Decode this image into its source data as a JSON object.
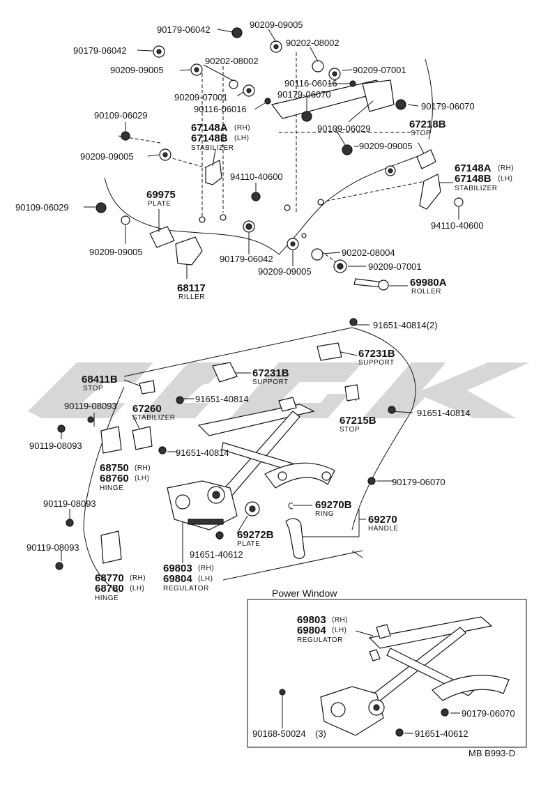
{
  "labels": {
    "a1": "90179-06042",
    "a2": "90209-09005",
    "a3": "90179-06042",
    "a4": "90202-08002",
    "a5": "90209-09005",
    "a6": "90202-08002",
    "a7": "90209-07001",
    "a8": "90116-06016",
    "a9": "90209-07001",
    "a10": "90179-06070",
    "a11": "90116-06016",
    "a12": "90179-06070",
    "a13": "90109-06029",
    "a14": "67148A",
    "a14s": "(RH)",
    "a15": "67148B",
    "a15s": "(LH)",
    "a15d": "STABILIZER",
    "a16": "90109-06029",
    "a17": "67218B",
    "a17d": "STOP",
    "a18": "90209-09005",
    "a19": "90209-09005",
    "a20": "94110-40600",
    "a21": "67148A",
    "a21s": "(RH)",
    "a22": "67148B",
    "a22s": "(LH)",
    "a22d": "STABILIZER",
    "a23": "69975",
    "a23d": "PLATE",
    "a24": "90109-06029",
    "a25": "94110-40600",
    "a26": "90209-09005",
    "a27": "90202-08004",
    "a28": "90179-06042",
    "a29": "90209-07001",
    "a30": "90209-09005",
    "a31": "68117",
    "a31d": "RILLER",
    "a32": "69980A",
    "a32d": "ROLLER",
    "b1": "91651-40814(2)",
    "b2": "67231B",
    "b2d": "SUPPORT",
    "b3": "68411B",
    "b3d": "STOP",
    "b4": "67231B",
    "b4d": "SUPPORT",
    "b5": "90119-08093",
    "b6": "91651-40814",
    "b7": "67260",
    "b7d": "STABILIZER",
    "b8": "67215B",
    "b8d": "STOP",
    "b9": "91651-40814",
    "b10": "90119-08093",
    "b11": "91651-40814",
    "b12": "68750",
    "b12s": "(RH)",
    "b13": "68760",
    "b13s": "(LH)",
    "b13d": "HINGE",
    "b14": "90179-06070",
    "b15": "90119-08093",
    "b16": "69270B",
    "b16d": "RING",
    "b17": "69270",
    "b17d": "HANDLE",
    "b18": "90119-08093",
    "b19": "69272B",
    "b19d": "PLATE",
    "b20": "91651-40612",
    "b21": "68770",
    "b21s": "(RH)",
    "b22": "68780",
    "b22s": "(LH)",
    "b22d": "HINGE",
    "b23": "69803",
    "b23s": "(RH)",
    "b24": "69804",
    "b24s": "(LH)",
    "b24d": "REGULATOR",
    "c0": "Power Window",
    "c1": "69803",
    "c1s": "(RH)",
    "c2": "69804",
    "c2s": "(LH)",
    "c2d": "REGULATOR",
    "c3": "90179-06070",
    "c4": "90168-50024",
    "c4s": "(3)",
    "c5": "91651-40612",
    "c6": "MB  B993-D"
  }
}
